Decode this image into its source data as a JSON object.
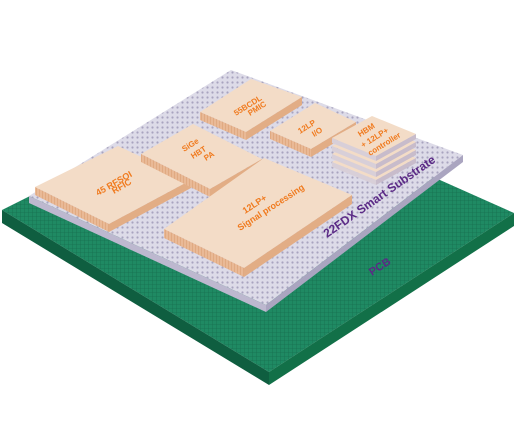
{
  "substrate_label": "22FDX Smart Substrate",
  "pcb_label": "PCB",
  "chiplets": {
    "rfic": {
      "line1": "45 RFSOI",
      "line2": "RFIC"
    },
    "pa": {
      "line1": "SiGe",
      "line2": "HBT",
      "line3": "PA"
    },
    "pmic": {
      "line1": "55BCDL",
      "line2": "PMIC"
    },
    "io": {
      "line1": "12LP",
      "line2": "I/O"
    },
    "hbm": {
      "line1": "HBM",
      "line2": "+ 12LP+",
      "line3": "controller"
    },
    "signal": {
      "line1": "12LP+",
      "line2": "Signal processing"
    }
  },
  "colors": {
    "pcb_top": "#1f8a63",
    "pcb_side": "#0f5e40",
    "substrate": "#d9d6e6",
    "chip_top": "#f2d9c2",
    "chip_side": "#e7b893",
    "label": "#f07a1e",
    "substrate_text": "#5b2a86"
  }
}
